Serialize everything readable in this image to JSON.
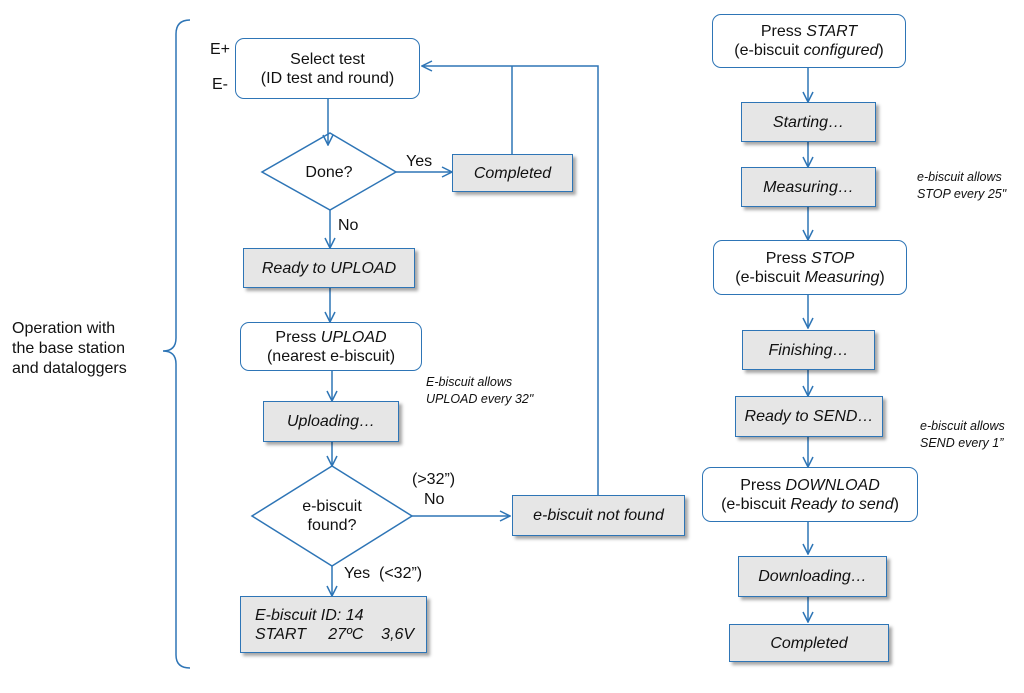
{
  "left": {
    "operation_label": [
      "Operation with",
      "the base station",
      "and dataloggers"
    ],
    "e_plus": "E+",
    "e_minus": "E-",
    "select_test": [
      "Select test",
      "(ID test and round)"
    ],
    "done_decision": "Done?",
    "yes": "Yes",
    "no": "No",
    "completed": "Completed",
    "ready_upload": "Ready to UPLOAD",
    "press_upload": {
      "prefix": "Press ",
      "emph": "UPLOAD",
      "line2": "(nearest e-biscuit)"
    },
    "upload_note": [
      "E-biscuit allows",
      "UPLOAD every 32\""
    ],
    "uploading": "Uploading…",
    "found_decision": [
      "e-biscuit",
      "found?"
    ],
    "timeout_label": [
      "(>32”)",
      "No"
    ],
    "not_found": "e-biscuit not found",
    "yes_found": "Yes  (<32”)",
    "result": [
      "E-biscuit ID: 14",
      "START     27ºC    3,6V"
    ]
  },
  "right": {
    "press_start": {
      "prefix": "Press ",
      "emph": "START",
      "line2_prefix": "(e-biscuit ",
      "line2_emph": "configured",
      "line2_suffix": ")"
    },
    "starting": "Starting…",
    "measuring": "Measuring…",
    "stop_note": [
      "e-biscuit allows",
      "STOP every 25\""
    ],
    "press_stop": {
      "prefix": "Press ",
      "emph": "STOP",
      "line2_prefix": "(e-biscuit ",
      "line2_emph": "Measuring",
      "line2_suffix": ")"
    },
    "finishing": "Finishing…",
    "ready_send": "Ready to SEND…",
    "send_note": [
      "e-biscuit allows",
      "SEND every 1”"
    ],
    "press_download": {
      "prefix": "Press ",
      "emph": "DOWNLOAD",
      "line2_prefix": "(e-biscuit ",
      "line2_emph": "Ready to send",
      "line2_suffix": ")"
    },
    "downloading": "Downloading…",
    "completed": "Completed"
  },
  "colors": {
    "line": "#2e75b6",
    "process_fill": "#e6e6e6"
  }
}
